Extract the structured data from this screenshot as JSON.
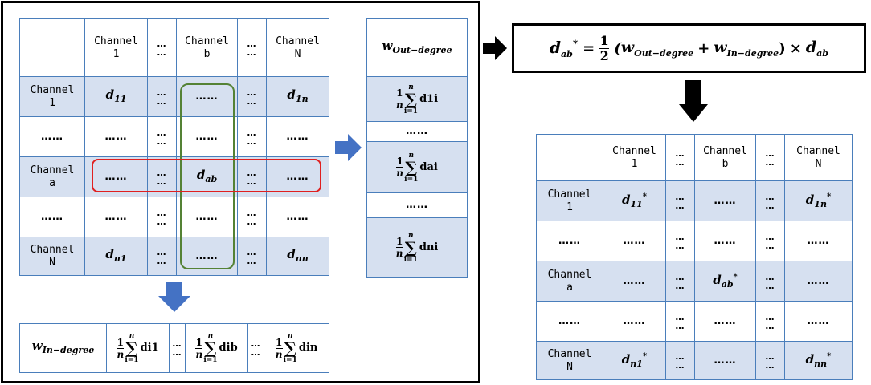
{
  "matrix": {
    "header": [
      "",
      "Channel\n1",
      "…\n…",
      "Channel\nb",
      "…\n…",
      "Channel\nN"
    ],
    "rows": [
      [
        "Channel\n1",
        "d11",
        "…\n…",
        "……",
        "…\n…",
        "d1n"
      ],
      [
        "……",
        "……",
        "…\n…",
        "……",
        "…\n…",
        "……"
      ],
      [
        "Channel\na",
        "……",
        "…\n…",
        "dab",
        "…\n…",
        "……"
      ],
      [
        "……",
        "……",
        "…\n…",
        "……",
        "…\n…",
        "……"
      ],
      [
        "Channel\nN",
        "dn1",
        "…\n…",
        "……",
        "…\n…",
        "dnn"
      ]
    ]
  },
  "out_degree": {
    "header": "wOut−degree",
    "terms": [
      "d1i",
      "……",
      "dai",
      "……",
      "dni"
    ],
    "sum_upper": "n",
    "sum_lower": "i=1",
    "frac_num": "1",
    "frac_den": "n"
  },
  "in_degree": {
    "label": "wIn−degree",
    "terms": [
      "di1",
      "…\n…",
      "dib",
      "…\n…",
      "din"
    ]
  },
  "formula": {
    "lhs": "dab*",
    "text": "= 1/2 (wOut−degree + wIn−degree) × dab"
  },
  "result": {
    "header": [
      "",
      "Channel\n1",
      "…\n…",
      "Channel\nb",
      "…\n…",
      "Channel\nN"
    ],
    "rows": [
      [
        "Channel\n1",
        "d11*",
        "…\n…",
        "……",
        "…\n…",
        "d1n*"
      ],
      [
        "……",
        "……",
        "…\n…",
        "……",
        "…\n…",
        "……"
      ],
      [
        "Channel\na",
        "……",
        "…\n…",
        "dab*",
        "…\n…",
        "……"
      ],
      [
        "……",
        "……",
        "…\n…",
        "……",
        "…\n…",
        "……"
      ],
      [
        "Channel\nN",
        "dn1*",
        "…\n…",
        "……",
        "…\n…",
        "dnn*"
      ]
    ]
  },
  "colors": {
    "shade": "#d6e0f0",
    "grid_line": "#4a7ebb",
    "arrow": "#4472c4",
    "column_highlight": "#548235",
    "row_highlight": "#e02020"
  }
}
